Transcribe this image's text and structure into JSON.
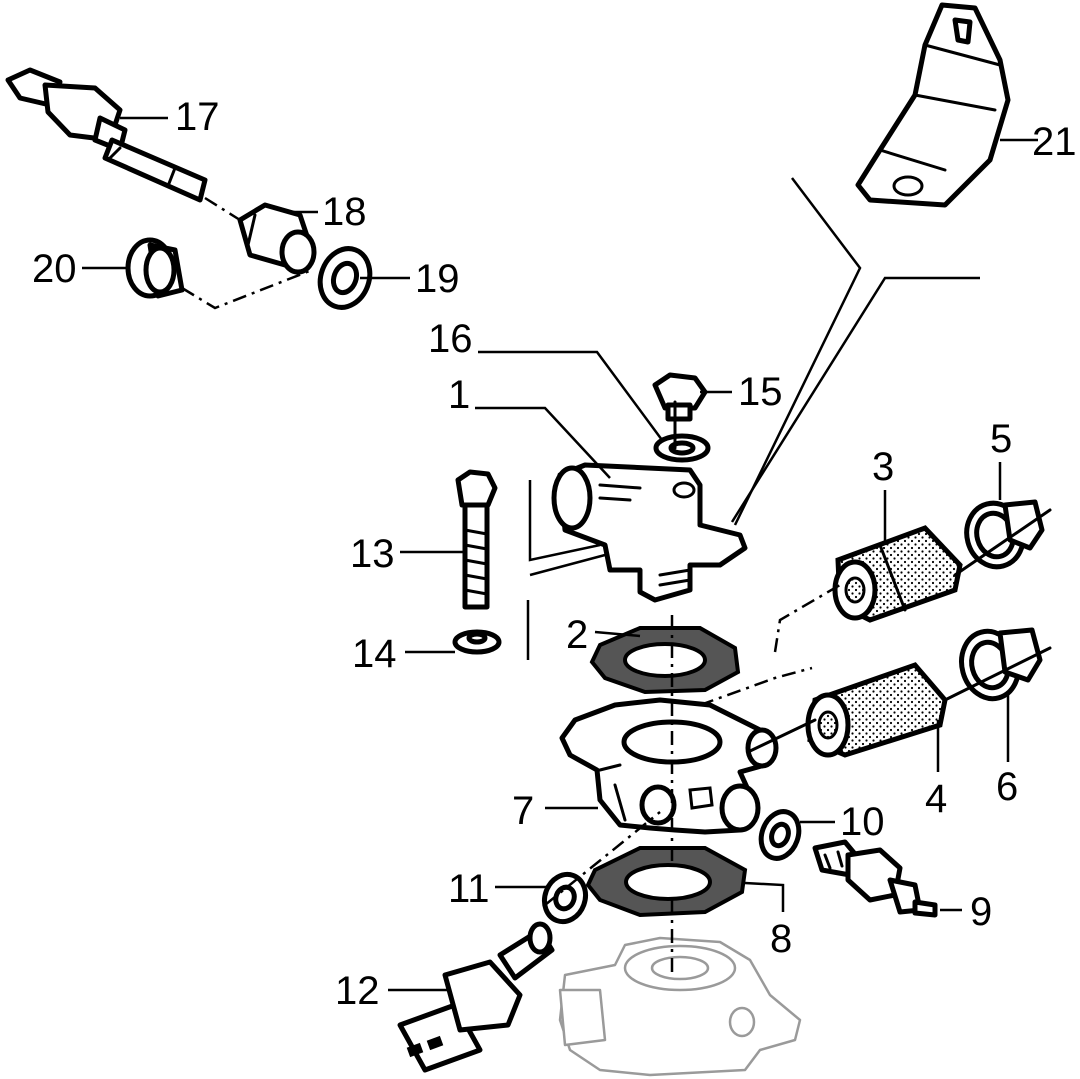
{
  "diagram": {
    "callouts": [
      {
        "id": "callout-1",
        "text": "1"
      },
      {
        "id": "callout-2",
        "text": "2"
      },
      {
        "id": "callout-3",
        "text": "3"
      },
      {
        "id": "callout-4",
        "text": "4"
      },
      {
        "id": "callout-5",
        "text": "5"
      },
      {
        "id": "callout-6",
        "text": "6"
      },
      {
        "id": "callout-7",
        "text": "7"
      },
      {
        "id": "callout-8",
        "text": "8"
      },
      {
        "id": "callout-9",
        "text": "9"
      },
      {
        "id": "callout-10",
        "text": "10"
      },
      {
        "id": "callout-11",
        "text": "11"
      },
      {
        "id": "callout-12",
        "text": "12"
      },
      {
        "id": "callout-13",
        "text": "13"
      },
      {
        "id": "callout-14",
        "text": "14"
      },
      {
        "id": "callout-15",
        "text": "15"
      },
      {
        "id": "callout-16",
        "text": "16"
      },
      {
        "id": "callout-17",
        "text": "17"
      },
      {
        "id": "callout-18",
        "text": "18"
      },
      {
        "id": "callout-19",
        "text": "19"
      },
      {
        "id": "callout-20",
        "text": "20"
      },
      {
        "id": "callout-21",
        "text": "21"
      }
    ],
    "colors": {
      "line": "#000000",
      "background": "#ffffff",
      "ghost_part": "#9a9a9a"
    }
  }
}
